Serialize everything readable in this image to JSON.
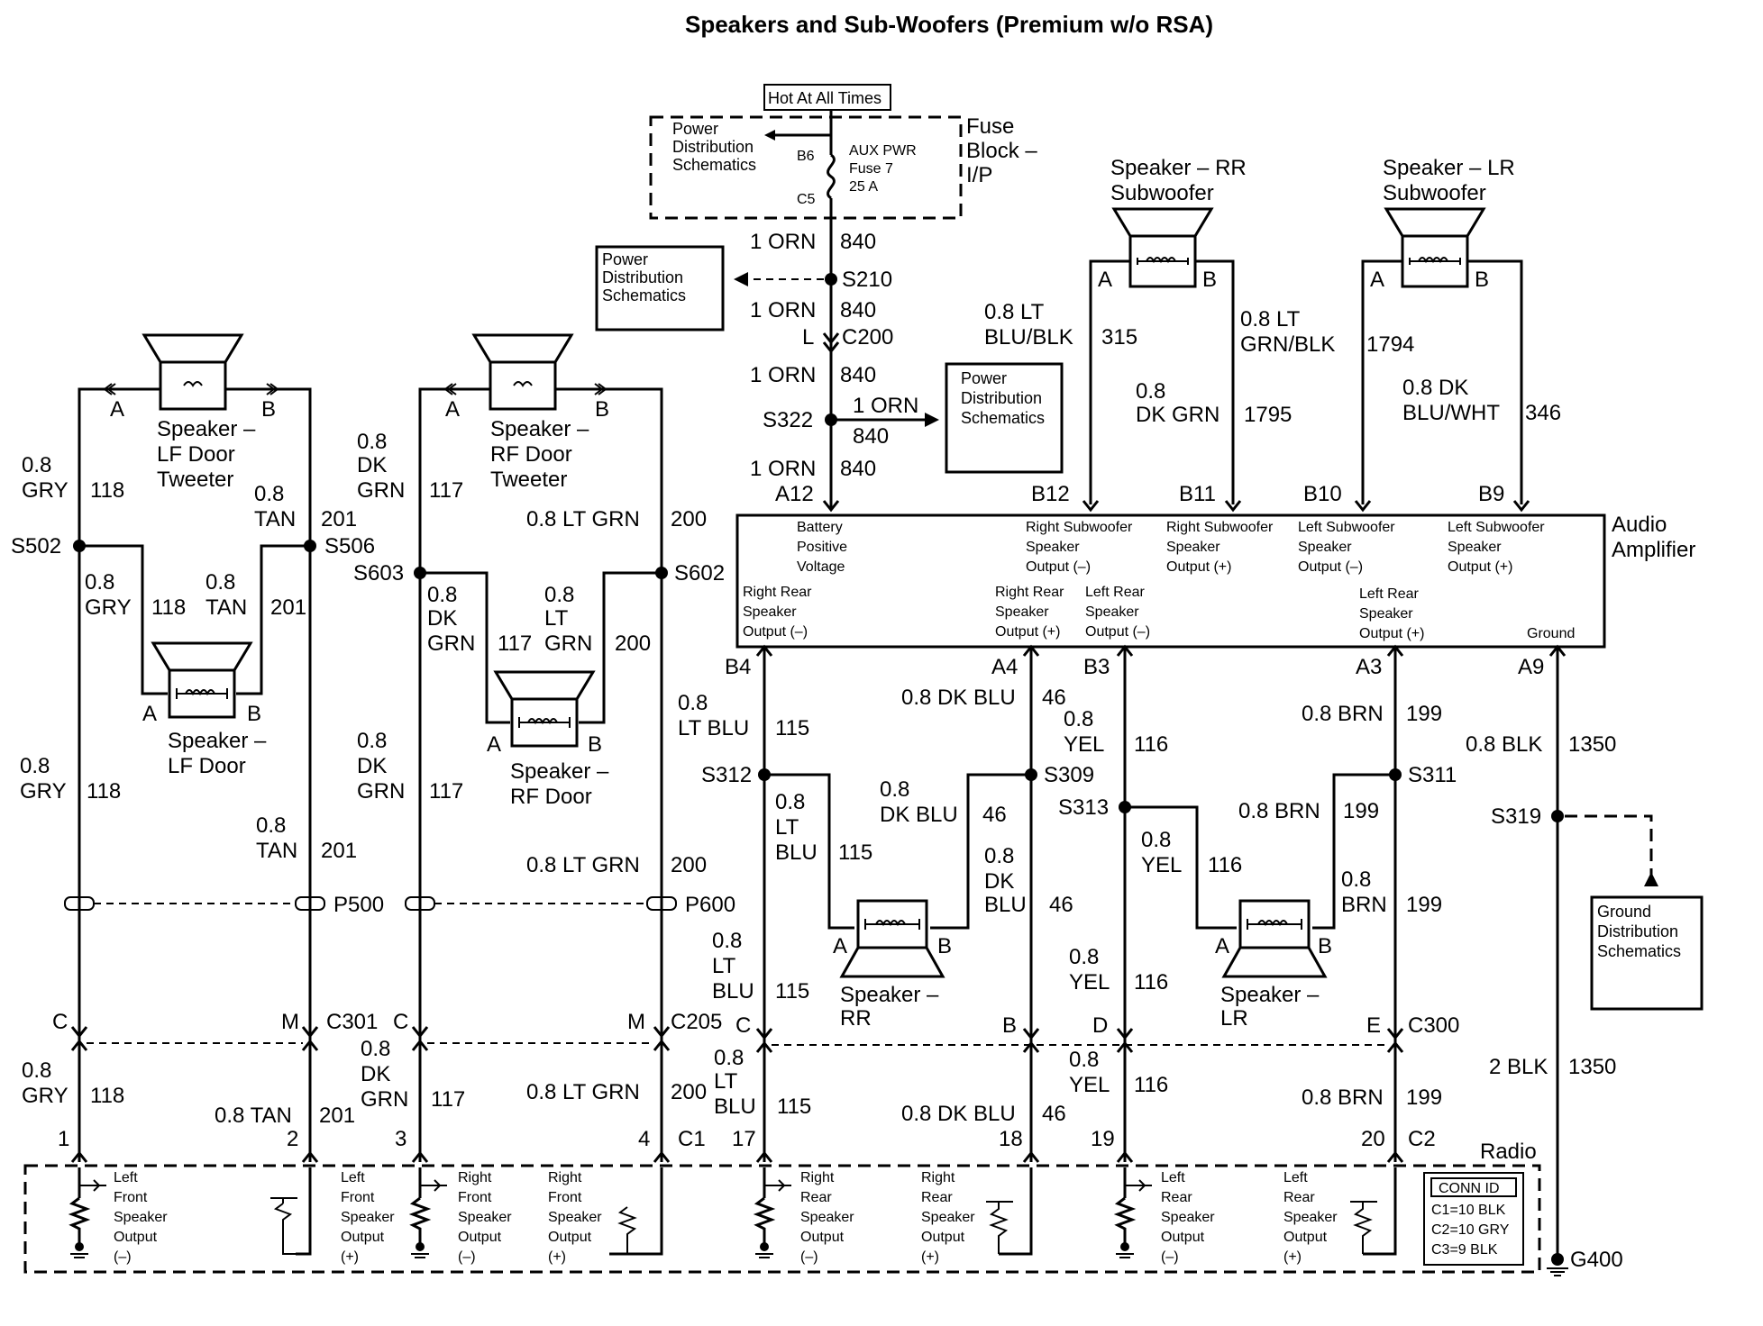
{
  "title": "Speakers and Sub-Woofers (Premium w/o RSA)",
  "hot": "Hot At All Times",
  "fuse_block": {
    "label": [
      "Fuse",
      "Block –",
      "I/P"
    ],
    "pds": [
      "Power",
      "Distribution",
      "Schematics"
    ],
    "b6": "B6",
    "c5": "C5",
    "fuse": [
      "AUX PWR",
      "Fuse 7",
      "25 A"
    ]
  },
  "pds_label": [
    "Power",
    "Distribution",
    "Schematics"
  ],
  "gds_label": [
    "Ground",
    "Distribution",
    "Schematics"
  ],
  "power": {
    "orn": "1 ORN",
    "c840": "840",
    "s210": "S210",
    "l": "L",
    "c200": "C200",
    "s322": "S322",
    "a12": "A12"
  },
  "speakers": {
    "lf_tweeter": [
      "Speaker –",
      "LF Door",
      "Tweeter"
    ],
    "rf_tweeter": [
      "Speaker –",
      "RF Door",
      "Tweeter"
    ],
    "lf_door": [
      "Speaker –",
      "LF Door"
    ],
    "rf_door": [
      "Speaker –",
      "RF Door"
    ],
    "rr": [
      "Speaker –",
      "RR"
    ],
    "lr": [
      "Speaker –",
      "LR"
    ],
    "rr_sub": [
      "Speaker – RR",
      "Subwoofer"
    ],
    "lr_sub": [
      "Speaker – LR",
      "Subwoofer"
    ]
  },
  "pins": {
    "a": "A",
    "b": "B",
    "c": "C",
    "d": "D",
    "e": "E",
    "m": "M"
  },
  "wires": {
    "w08": "0.8",
    "gry": "GRY",
    "tan": "TAN",
    "dk": "DK",
    "grn": "GRN",
    "lt": "LT",
    "blu": "BLU",
    "yel": "YEL",
    "brn": "BRN",
    "c118": "118",
    "c201": "201",
    "c117": "117",
    "c200": "200",
    "c115": "115",
    "c46": "46",
    "c116": "116",
    "c199": "199",
    "c1350": "1350",
    "c315": "315",
    "c1795": "1795",
    "c1794": "1794",
    "c346": "346",
    "lt_grn_08": "0.8 LT GRN",
    "tan_08": "0.8 TAN",
    "dk_blu_08": "0.8 DK BLU",
    "brn_08": "0.8 BRN",
    "blk_08": "0.8 BLK",
    "blk_2": "2 BLK",
    "lt_blu_blk": [
      "0.8 LT",
      "BLU/BLK"
    ],
    "dk_grn": [
      "0.8",
      "DK GRN"
    ],
    "lt_grn_blk": [
      "0.8 LT",
      "GRN/BLK"
    ],
    "dk_blu_wht": [
      "0.8 DK",
      "BLU/WHT"
    ]
  },
  "splices": {
    "s502": "S502",
    "s506": "S506",
    "s603": "S603",
    "s602": "S602",
    "s312": "S312",
    "s309": "S309",
    "s313": "S313",
    "s311": "S311",
    "s319": "S319"
  },
  "connectors": {
    "p500": "P500",
    "p600": "P600",
    "c301": "C301",
    "c205": "C205",
    "c300": "C300",
    "c1": "C1",
    "c2": "C2",
    "g400": "G400"
  },
  "amp": {
    "label": [
      "Audio",
      "Amplifier"
    ],
    "b12": "B12",
    "b11": "B11",
    "b10": "B10",
    "b9": "B9",
    "b4": "B4",
    "a4": "A4",
    "b3": "B3",
    "a3": "A3",
    "a9": "A9",
    "t_batt": [
      "Battery",
      "Positive",
      "Voltage"
    ],
    "t_rsw_neg": [
      "Right Subwoofer",
      "Speaker",
      "Output (–)"
    ],
    "t_rsw_pos": [
      "Right Subwoofer",
      "Speaker",
      "Output (+)"
    ],
    "t_lsw_neg": [
      "Left Subwoofer",
      "Speaker",
      "Output (–)"
    ],
    "t_lsw_pos": [
      "Left Subwoofer",
      "Speaker",
      "Output (+)"
    ],
    "t_rr_neg": [
      "Right Rear",
      "Speaker",
      "Output (–)"
    ],
    "t_rr_pos": [
      "Right Rear",
      "Speaker",
      "Output (+)"
    ],
    "t_lr_neg": [
      "Left Rear",
      "Speaker",
      "Output (–)"
    ],
    "t_lr_pos": [
      "Left Rear",
      "Speaker",
      "Output (+)"
    ],
    "t_ground": "Ground"
  },
  "radio": {
    "label": "Radio",
    "pins": [
      "1",
      "2",
      "3",
      "4",
      "17",
      "18",
      "19",
      "20"
    ],
    "lf_neg": [
      "Left",
      "Front",
      "Speaker",
      "Output",
      "(–)"
    ],
    "lf_pos": [
      "Left",
      "Front",
      "Speaker",
      "Output",
      "(+)"
    ],
    "rf_neg": [
      "Right",
      "Front",
      "Speaker",
      "Output",
      "(–)"
    ],
    "rf_pos": [
      "Right",
      "Front",
      "Speaker",
      "Output",
      "(+)"
    ],
    "rr_neg": [
      "Right",
      "Rear",
      "Speaker",
      "Output",
      "(–)"
    ],
    "rr_pos": [
      "Right",
      "Rear",
      "Speaker",
      "Output",
      "(+)"
    ],
    "lr_neg": [
      "Left",
      "Rear",
      "Speaker",
      "Output",
      "(–)"
    ],
    "lr_pos": [
      "Left",
      "Rear",
      "Speaker",
      "Output",
      "(+)"
    ],
    "conn_id": "CONN ID",
    "conn_lines": [
      "C1=10 BLK",
      "C2=10 GRY",
      "C3=9 BLK"
    ]
  }
}
